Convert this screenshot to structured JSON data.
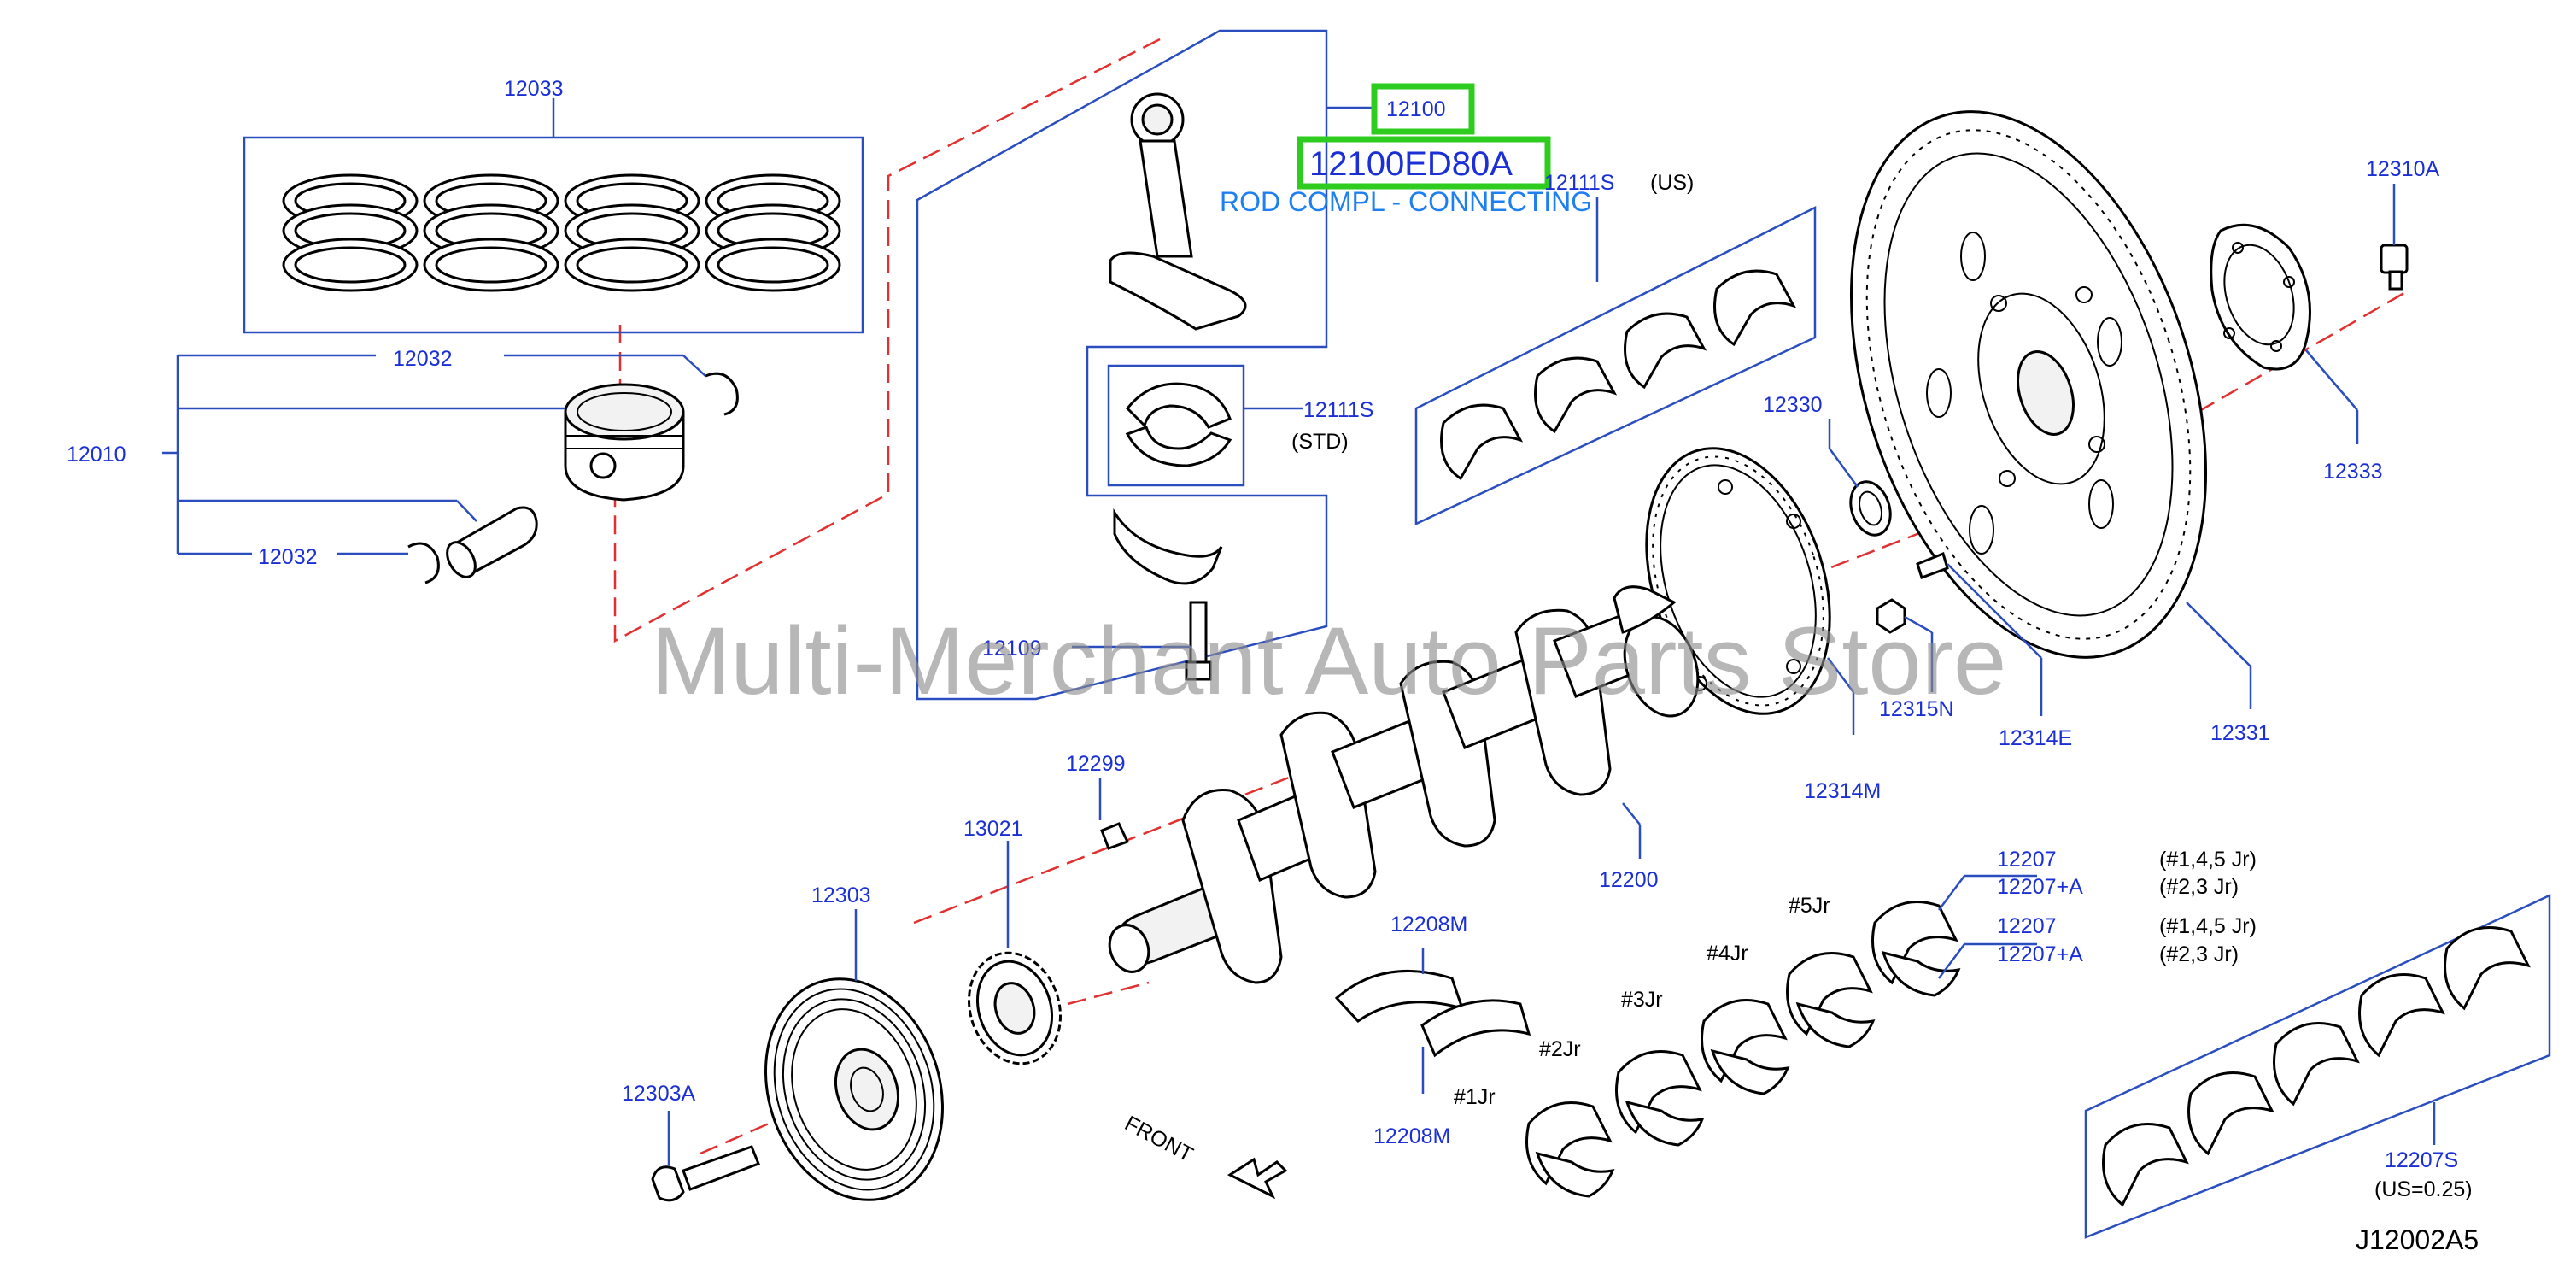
{
  "diagram": {
    "callouts": {
      "p12033": "12033",
      "p12032_top": "12032",
      "p12010": "12010",
      "p12032_bottom": "12032",
      "p12100": "12100",
      "p12100ED80A": "12100ED80A",
      "description": "ROD COMPL - CONNECTING",
      "p12111S_us": "12111S",
      "us_note": "(US)",
      "p12111S_std": "12111S",
      "std_note": "(STD)",
      "p12109": "12109",
      "p12310A": "12310A",
      "p12333": "12333",
      "p12330": "12330",
      "p12331": "12331",
      "p12315N": "12315N",
      "p12314E": "12314E",
      "p12314M": "12314M",
      "p12299": "12299",
      "p13021": "13021",
      "p12303": "12303",
      "p12303A": "12303A",
      "p12200": "12200",
      "p12208M_top": "12208M",
      "p12208M_bottom": "12208M",
      "front": "FRONT",
      "jr1": "#1Jr",
      "jr2": "#2Jr",
      "jr3": "#3Jr",
      "jr4": "#4Jr",
      "jr5": "#5Jr",
      "p12207_a": "12207",
      "p12207A_a": "12207+A",
      "p12207_b": "12207",
      "p12207A_b": "12207+A",
      "note_145_a": "(#1,4,5   Jr)",
      "note_23_a": "(#2,3   Jr)",
      "note_145_b": "(#1,4,5   Jr)",
      "note_23_b": "(#2,3   Jr)",
      "p12207S": "12207S",
      "us025": "(US=0.25)",
      "drawing_code": "J12002A5"
    },
    "watermark": "Multi-Merchant Auto Parts Store",
    "colors": {
      "callout": "#1b2fd6",
      "leader": "#2a4dbf",
      "centerline": "#e23030",
      "highlight": "#2ecc1f",
      "description": "#1e7ff0"
    }
  }
}
